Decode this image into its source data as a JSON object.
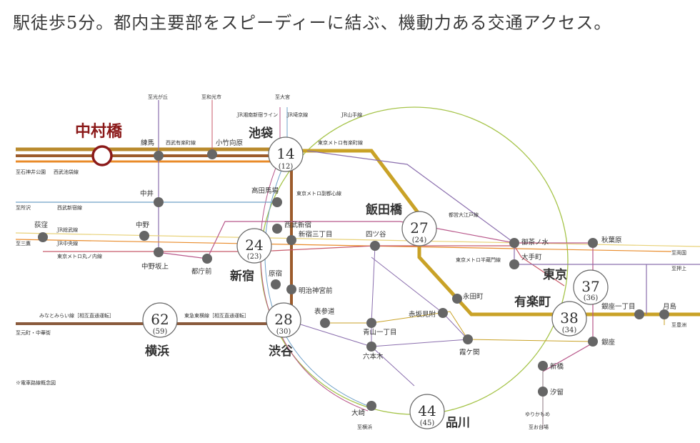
{
  "headline": "駅徒歩5分。都内主要部をスピーディーに結ぶ、機動力ある交通アクセス。",
  "colors": {
    "seibu_ikebukuro": "#b98a2c",
    "yurakucho_line": "#c9a227",
    "fukutoshin_line": "#9c5b2b",
    "toyoko_line": "#8a5a3c",
    "oedo_line": "#b8578a",
    "chuo_line": "#e98b2a",
    "yamanote_line": "#a6c44a",
    "shinjuku_line": "#6fa0c8",
    "marunouchi_line": "#c85a6a",
    "hanzomon_line": "#8b6fae",
    "station_dot": "#666666",
    "origin": "#8b1a1a"
  },
  "origin": {
    "name": "中村橋"
  },
  "hubs": [
    {
      "id": "ikebukuro",
      "name": "池袋",
      "minutes": "14",
      "sub": "(12)"
    },
    {
      "id": "iidabashi",
      "name": "飯田橋",
      "minutes": "27",
      "sub": "(24)"
    },
    {
      "id": "shinjuku",
      "name": "新宿",
      "minutes": "24",
      "sub": "(23)"
    },
    {
      "id": "tokyo",
      "name": "東京",
      "minutes": "37",
      "sub": "(36)"
    },
    {
      "id": "yurakucho",
      "name": "有楽町",
      "minutes": "38",
      "sub": "(34)"
    },
    {
      "id": "yokohama",
      "name": "横浜",
      "minutes": "62",
      "sub": "(59)"
    },
    {
      "id": "shibuya",
      "name": "渋谷",
      "minutes": "28",
      "sub": "(30)"
    },
    {
      "id": "shinagawa",
      "name": "品川",
      "minutes": "44",
      "sub": "(45)"
    }
  ],
  "stations": {
    "nerima": "練馬",
    "kotakemukaihara": "小竹向原",
    "nakai": "中井",
    "takadanobaba": "高田馬場",
    "nishiwaseda": "西武新宿",
    "shinjuku_sanchome": "新宿三丁目",
    "yotsuya": "四ツ谷",
    "ogikubo": "荻窪",
    "nakano": "中野",
    "nakanosakaue": "中野坂上",
    "tochomae": "都庁前",
    "harajuku": "原宿",
    "meijijingumae": "明治神宮前",
    "omotesando": "表参道",
    "aoyama_itchome": "青山一丁目",
    "roppongi": "六本木",
    "akasakamitsuke": "赤坂見附",
    "nagatacho": "永田町",
    "kasumigaseki": "霞ケ関",
    "ochanomizu": "御茶ノ水",
    "akihabara": "秋葉原",
    "otemachi": "大手町",
    "ginza_itchome": "銀座一丁目",
    "tsukishima": "月島",
    "ginza": "銀座",
    "shimbashi": "新橋",
    "shiodome": "汐留",
    "osaki": "大崎"
  },
  "lines": {
    "seibu_yurakucho": "西武有楽町線",
    "seibu_ikebukuro": "西武池袋線",
    "seibu_shinjuku": "西武新宿線",
    "jr_sobu": "JR総武線",
    "jr_chuo": "JR中央線",
    "marunouchi": "東京メトロ丸ノ内線",
    "yurakucho": "東京メトロ有楽町線",
    "fukutoshin": "東京メトロ副都心線",
    "yamanote": "JR山手線",
    "shonan_shinjuku": "JR湘南新宿ライン",
    "saikyo": "JR埼京線",
    "oedo": "都営大江戸線",
    "hanzomon": "東京メトロ半蔵門線",
    "minatomirai": "みなとみらい線［相互直通運転］",
    "toyoko": "東急東横線［相互直通運転］",
    "yurikamome": "ゆりかもめ"
  },
  "directions": {
    "to_hikarigaoka": "至光が丘",
    "to_wakoshi": "至和光市",
    "to_omiya": "至大宮",
    "to_shakujii": "至石神井公園",
    "to_tokorozawa": "至所沢",
    "to_mitaka": "至三鷹",
    "to_motomachi": "至元町・中華街",
    "to_yokohama": "至横浜",
    "to_odaiba": "至お台場",
    "to_ryogoku": "至両国",
    "to_oshiage": "至押上",
    "to_toyosu": "至豊洲"
  },
  "note": "※電車路線概念図"
}
